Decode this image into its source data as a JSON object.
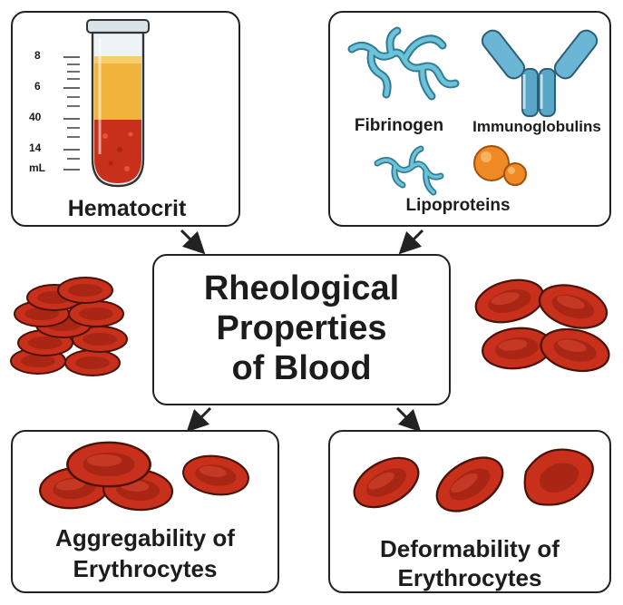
{
  "hematocrit": {
    "title": "Hematocrit",
    "scale": [
      "8",
      "6",
      "40",
      "14",
      "mL"
    ]
  },
  "proteins": {
    "fibrinogen": "Fibrinogen",
    "immunoglobulins": "Immunoglobulins",
    "lipoproteins": "Lipoproteins"
  },
  "center": {
    "line1": "Rheological",
    "line2": "Properties",
    "line3": "of Blood"
  },
  "aggregability": {
    "line1": "Aggregability of",
    "line2": "Erythrocytes"
  },
  "deformability": {
    "line1": "Deformability of",
    "line2": "Erythrocytes"
  },
  "colors": {
    "rbc": "#c8301c",
    "rbc_dark": "#8f1d10",
    "plasma": "#f0b43c",
    "protein_blue": "#5fb0c8",
    "lipo_orange": "#f08a24",
    "outline": "#222222"
  }
}
